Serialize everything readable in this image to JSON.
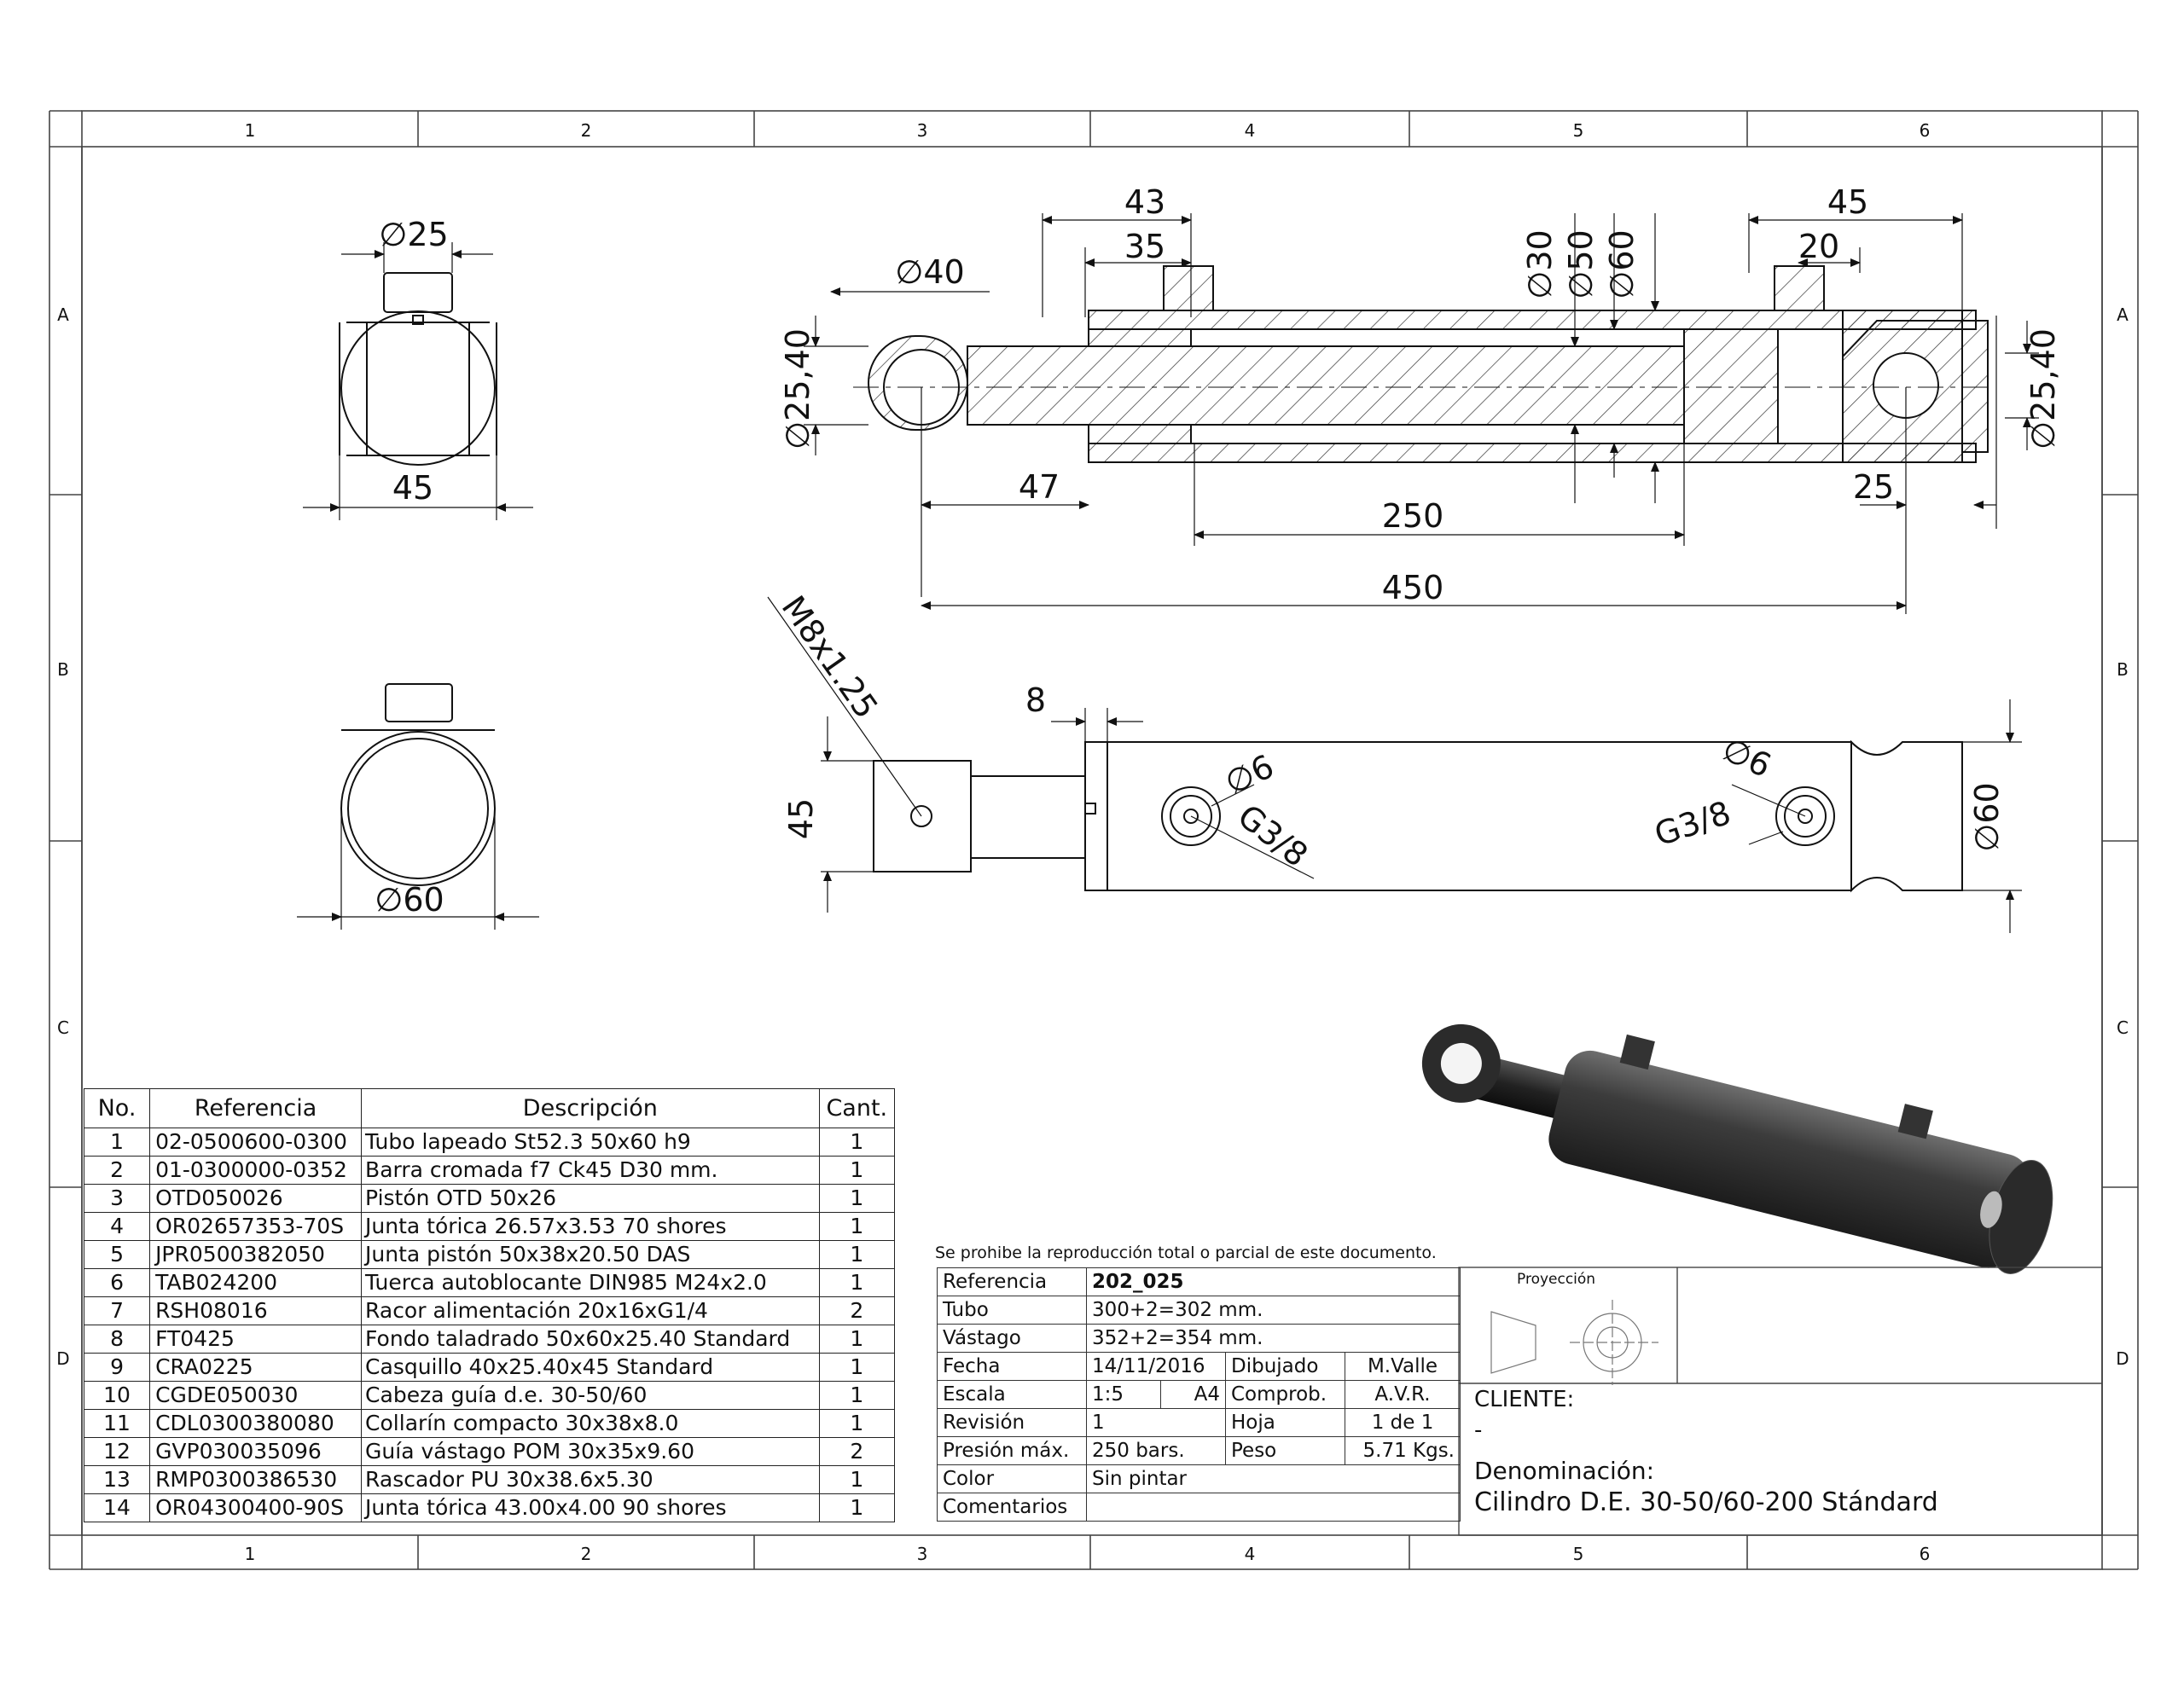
{
  "border": {
    "columns": [
      "1",
      "2",
      "3",
      "4",
      "5",
      "6"
    ],
    "rows": [
      "A",
      "B",
      "C",
      "D"
    ]
  },
  "dimensions": {
    "end_view_top": {
      "rod_dia": "∅25",
      "width": "45"
    },
    "end_view_bottom": {
      "tube_dia": "∅60"
    },
    "section": {
      "d43": "43",
      "d35": "35",
      "d40": "∅40",
      "d2540_left": "∅25,40",
      "d30": "∅30",
      "d50": "∅50",
      "d60": "∅60",
      "d45": "45",
      "d20": "20",
      "d2540_right": "∅25,40",
      "d47": "47",
      "d250": "250",
      "d25": "25",
      "d450": "450"
    },
    "side": {
      "thread": "M8x1.25",
      "d8": "8",
      "d45": "45",
      "d6_left": "∅6",
      "g38_left": "G3/8",
      "d6_right": "∅6",
      "g38_right": "G3/8",
      "d60": "∅60"
    }
  },
  "bom": {
    "headers": [
      "No.",
      "Referencia",
      "Descripción",
      "Cant."
    ],
    "rows": [
      [
        "1",
        "02-0500600-0300",
        "Tubo lapeado St52.3 50x60 h9",
        "1"
      ],
      [
        "2",
        "01-0300000-0352",
        "Barra cromada f7 Ck45 D30 mm.",
        "1"
      ],
      [
        "3",
        "OTD050026",
        "Pistón OTD 50x26",
        "1"
      ],
      [
        "4",
        "OR02657353-70S",
        "Junta tórica 26.57x3.53 70 shores",
        "1"
      ],
      [
        "5",
        "JPR0500382050",
        "Junta pistón 50x38x20.50 DAS",
        "1"
      ],
      [
        "6",
        "TAB024200",
        "Tuerca autoblocante DIN985 M24x2.0",
        "1"
      ],
      [
        "7",
        "RSH08016",
        "Racor alimentación 20x16xG1/4",
        "2"
      ],
      [
        "8",
        "FT0425",
        "Fondo taladrado 50x60x25.40 Standard",
        "1"
      ],
      [
        "9",
        "CRA0225",
        "Casquillo 40x25.40x45 Standard",
        "1"
      ],
      [
        "10",
        "CGDE050030",
        "Cabeza guía d.e. 30-50/60",
        "1"
      ],
      [
        "11",
        "CDL0300380080",
        "Collarín compacto 30x38x8.0",
        "1"
      ],
      [
        "12",
        "GVP030035096",
        "Guía vástago POM 30x35x9.60",
        "2"
      ],
      [
        "13",
        "RMP0300386530",
        "Rascador PU 30x38.6x5.30",
        "1"
      ],
      [
        "14",
        "OR04300400-90S",
        "Junta tórica 43.00x4.00 90 shores",
        "1"
      ]
    ]
  },
  "title_block": {
    "notice": "Se prohibe la reproducción total o parcial de este documento.",
    "referencia_label": "Referencia",
    "referencia": "202_025",
    "tubo_label": "Tubo",
    "tubo": "300+2=302 mm.",
    "vastago_label": "Vástago",
    "vastago": "352+2=354 mm.",
    "fecha_label": "Fecha",
    "fecha": "14/11/2016",
    "dibujado_label": "Dibujado",
    "dibujado": "M.Valle",
    "escala_label": "Escala",
    "escala": "1:5",
    "formato": "A4",
    "comprob_label": "Comprob.",
    "comprob": "A.V.R.",
    "revision_label": "Revisión",
    "revision": "1",
    "hoja_label": "Hoja",
    "hoja": "1   de   1",
    "presion_label": "Presión máx.",
    "presion": "250 bars.",
    "peso_label": "Peso",
    "peso": "5.71  Kgs.",
    "color_label": "Color",
    "color": "Sin pintar",
    "comentarios_label": "Comentarios",
    "proyeccion_label": "Proyección",
    "cliente_label": "CLIENTE:",
    "cliente": "-",
    "denominacion_label": "Denominación:",
    "denominacion": "Cilindro D.E. 30-50/60-200 Stándard"
  }
}
